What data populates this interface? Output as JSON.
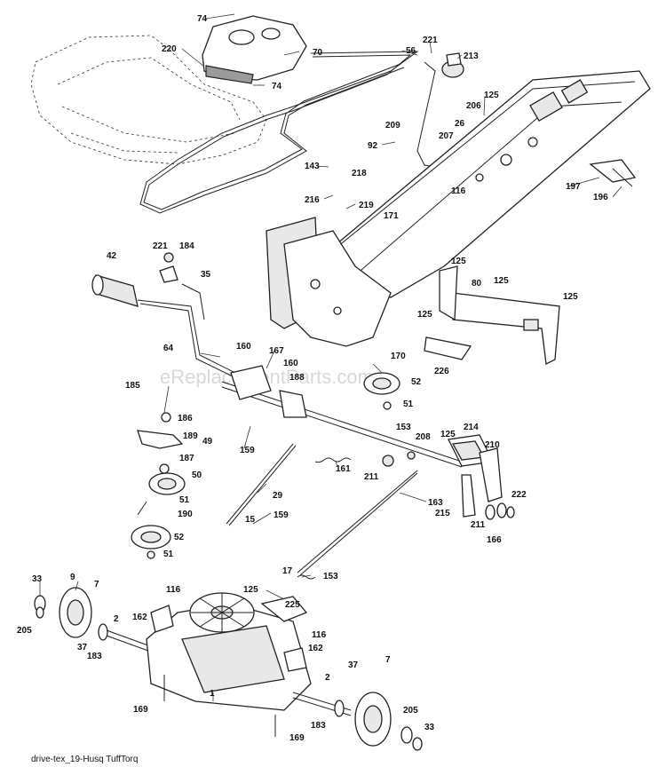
{
  "watermark": "eReplacementParts.com",
  "caption": "drive-tex_19-Husq TuffTorq",
  "callouts": [
    {
      "id": "c74a",
      "label": "74"
    },
    {
      "id": "c220",
      "label": "220"
    },
    {
      "id": "c70",
      "label": "70"
    },
    {
      "id": "c74b",
      "label": "74"
    },
    {
      "id": "c56",
      "label": "56"
    },
    {
      "id": "c221a",
      "label": "221"
    },
    {
      "id": "c213",
      "label": "213"
    },
    {
      "id": "c125a",
      "label": "125"
    },
    {
      "id": "c209",
      "label": "209"
    },
    {
      "id": "c206",
      "label": "206"
    },
    {
      "id": "c26",
      "label": "26"
    },
    {
      "id": "c92",
      "label": "92"
    },
    {
      "id": "c207",
      "label": "207"
    },
    {
      "id": "c143",
      "label": "143"
    },
    {
      "id": "c218",
      "label": "218"
    },
    {
      "id": "c216",
      "label": "216"
    },
    {
      "id": "c219",
      "label": "219"
    },
    {
      "id": "c116a",
      "label": "116"
    },
    {
      "id": "c171",
      "label": "171"
    },
    {
      "id": "c197",
      "label": "197"
    },
    {
      "id": "c196",
      "label": "196"
    },
    {
      "id": "c221b",
      "label": "221"
    },
    {
      "id": "c184",
      "label": "184"
    },
    {
      "id": "c42",
      "label": "42"
    },
    {
      "id": "c35",
      "label": "35"
    },
    {
      "id": "c125b",
      "label": "125"
    },
    {
      "id": "c80",
      "label": "80"
    },
    {
      "id": "c125c",
      "label": "125"
    },
    {
      "id": "c125d",
      "label": "125"
    },
    {
      "id": "c125e",
      "label": "125"
    },
    {
      "id": "c64",
      "label": "64"
    },
    {
      "id": "c160a",
      "label": "160"
    },
    {
      "id": "c167",
      "label": "167"
    },
    {
      "id": "c160b",
      "label": "160"
    },
    {
      "id": "c170",
      "label": "170"
    },
    {
      "id": "c226",
      "label": "226"
    },
    {
      "id": "c185",
      "label": "185"
    },
    {
      "id": "c188",
      "label": "188"
    },
    {
      "id": "c52a",
      "label": "52"
    },
    {
      "id": "c51a",
      "label": "51"
    },
    {
      "id": "c186",
      "label": "186"
    },
    {
      "id": "c189",
      "label": "189"
    },
    {
      "id": "c49",
      "label": "49"
    },
    {
      "id": "c159a",
      "label": "159"
    },
    {
      "id": "c153a",
      "label": "153"
    },
    {
      "id": "c208",
      "label": "208"
    },
    {
      "id": "c214",
      "label": "214"
    },
    {
      "id": "c125f",
      "label": "125"
    },
    {
      "id": "c210",
      "label": "210"
    },
    {
      "id": "c187",
      "label": "187"
    },
    {
      "id": "c161",
      "label": "161"
    },
    {
      "id": "c211a",
      "label": "211"
    },
    {
      "id": "c50",
      "label": "50"
    },
    {
      "id": "c222",
      "label": "222"
    },
    {
      "id": "c29",
      "label": "29"
    },
    {
      "id": "c51b",
      "label": "51"
    },
    {
      "id": "c190",
      "label": "190"
    },
    {
      "id": "c15",
      "label": "15"
    },
    {
      "id": "c159b",
      "label": "159"
    },
    {
      "id": "c163",
      "label": "163"
    },
    {
      "id": "c215",
      "label": "215"
    },
    {
      "id": "c211b",
      "label": "211"
    },
    {
      "id": "c166",
      "label": "166"
    },
    {
      "id": "c52b",
      "label": "52"
    },
    {
      "id": "c51c",
      "label": "51"
    },
    {
      "id": "c17",
      "label": "17"
    },
    {
      "id": "c153b",
      "label": "153"
    },
    {
      "id": "c33a",
      "label": "33"
    },
    {
      "id": "c9",
      "label": "9"
    },
    {
      "id": "c7a",
      "label": "7"
    },
    {
      "id": "c116b",
      "label": "116"
    },
    {
      "id": "c125g",
      "label": "125"
    },
    {
      "id": "c225",
      "label": "225"
    },
    {
      "id": "c162a",
      "label": "162"
    },
    {
      "id": "c2a",
      "label": "2"
    },
    {
      "id": "c205a",
      "label": "205"
    },
    {
      "id": "c37a",
      "label": "37"
    },
    {
      "id": "c183a",
      "label": "183"
    },
    {
      "id": "c116c",
      "label": "116"
    },
    {
      "id": "c162b",
      "label": "162"
    },
    {
      "id": "c1",
      "label": "1"
    },
    {
      "id": "c2b",
      "label": "2"
    },
    {
      "id": "c7b",
      "label": "7"
    },
    {
      "id": "c169a",
      "label": "169"
    },
    {
      "id": "c37b",
      "label": "37"
    },
    {
      "id": "c205b",
      "label": "205"
    },
    {
      "id": "c183b",
      "label": "183"
    },
    {
      "id": "c169b",
      "label": "169"
    },
    {
      "id": "c33b",
      "label": "33"
    }
  ]
}
